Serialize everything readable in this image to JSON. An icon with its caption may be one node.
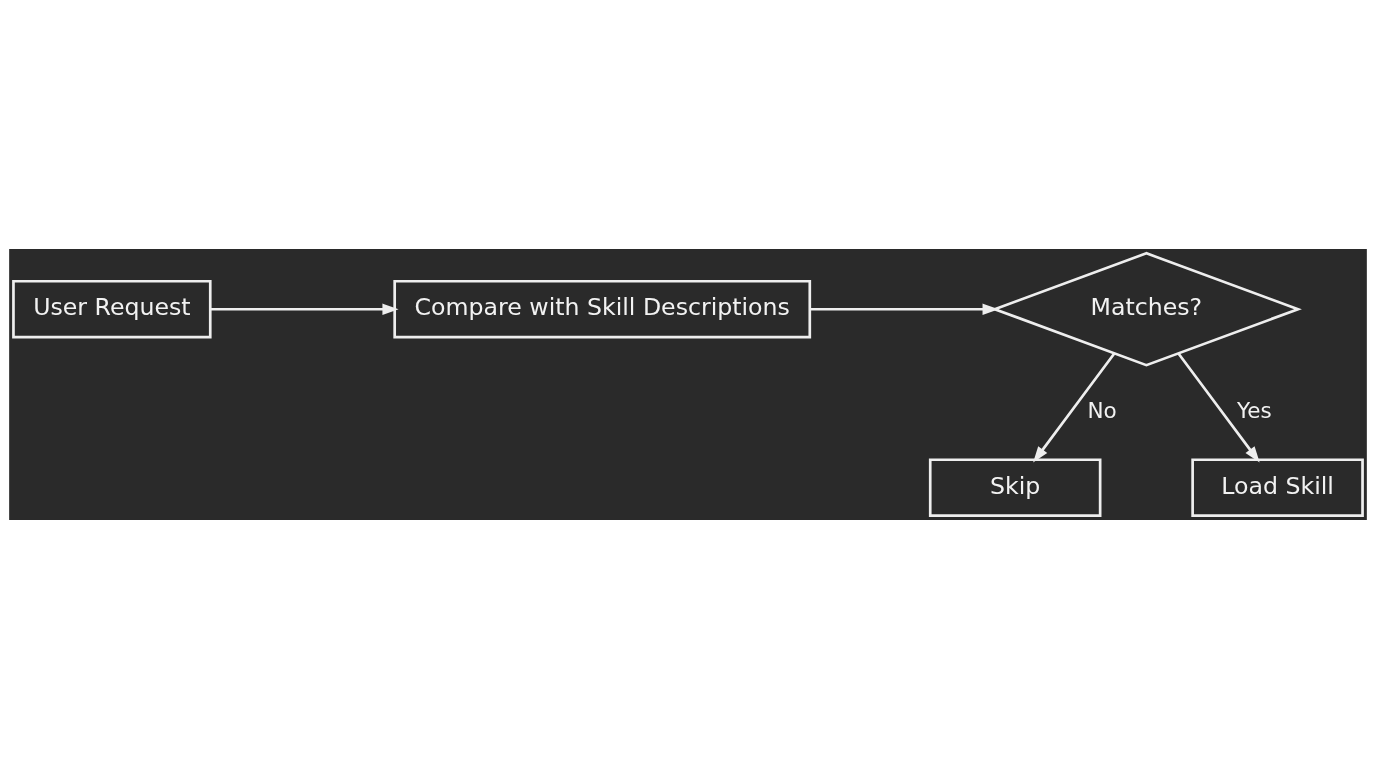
{
  "diagram": {
    "nodes": [
      {
        "text": [
          "User Request"
        ]
      },
      {
        "text": [
          "Compare with Skill Descriptions"
        ]
      },
      {
        "text": [
          "Matches?"
        ]
      },
      {
        "text": [
          "Skip"
        ]
      },
      {
        "text": [
          "Load Skill"
        ]
      }
    ],
    "edges": [
      {
        "from": 0,
        "to": 1,
        "arrow": "to"
      },
      {
        "from": 1,
        "to": 2,
        "arrow": "to"
      },
      {
        "from": 2,
        "to": 3,
        "label": "No",
        "arrow": "to"
      },
      {
        "from": 2,
        "to": 4,
        "label": "Yes",
        "arrow": "to"
      }
    ]
  }
}
